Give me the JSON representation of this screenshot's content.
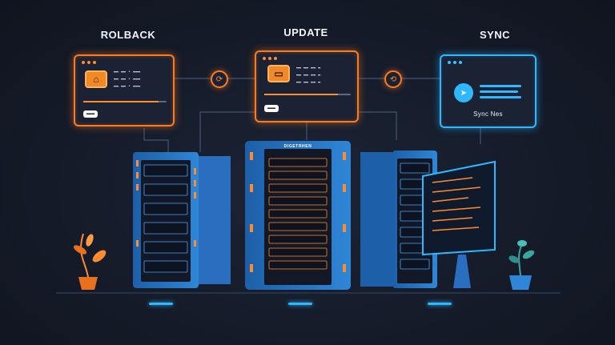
{
  "headings": {
    "rollback": "ROLBACK",
    "update": "UPDATE",
    "sync": "SYNC"
  },
  "rollback_panel": {
    "rows": [
      "▬▬ ▬▬  •  ▬▬▬",
      "▬▬ ▬▬  •  ▬▬▬",
      "▬▬ ▬▬  •  ▬▬▬"
    ],
    "progress": 0.9,
    "button_label": "▬▬"
  },
  "update_panel": {
    "rows": [
      "▬▬ ▬▬  ▬▬  ▬",
      "▬▬ ▬▬  ▬▬  ▬",
      "▬▬ ▬▬  ▬▬  ▬"
    ],
    "progress": 0.85,
    "button_label": "▬▬"
  },
  "sync_panel": {
    "status_text": "Sync Nes"
  },
  "rack_label": "DIGETRHEN",
  "colors": {
    "accent_orange": "#ff7a1f",
    "accent_blue": "#2fb7ff",
    "background": "#151b29"
  },
  "icons": [
    "refresh-icon",
    "refresh-icon",
    "send-icon",
    "plant-icon"
  ]
}
